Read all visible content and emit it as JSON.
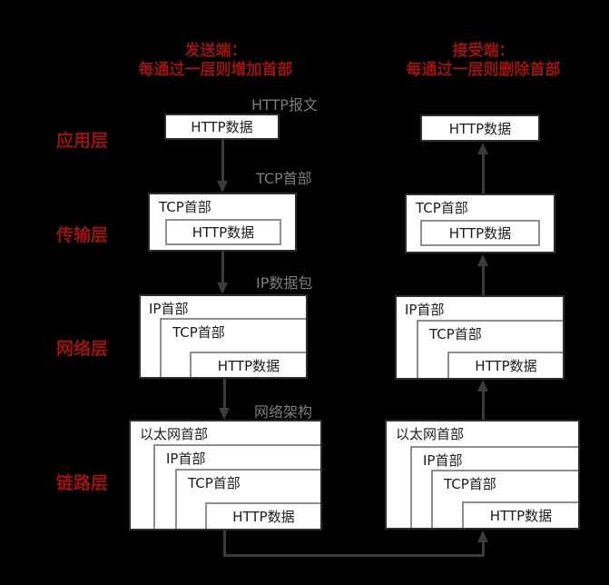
{
  "colors": {
    "background": "#000000",
    "red_text": "#9a1414",
    "gray_label": "#7d7d7d",
    "arrow": "#3c3c3c",
    "box_background": "#ffffff",
    "box_border": "#2e2e2e",
    "inner_border": "#8e8e8e",
    "box_text": "#1c1c1c"
  },
  "headers": {
    "sender": {
      "line1": "发送端：",
      "line2": "每通过一层则增加首部"
    },
    "receiver": {
      "line1": "接受端：",
      "line2": "每通过一层则删除首部"
    }
  },
  "layer_labels": {
    "application": "应用层",
    "transport": "传输层",
    "network": "网络层",
    "link": "链路层"
  },
  "step_labels": {
    "http_message": "HTTP报文",
    "tcp_header": "TCP首部",
    "ip_packet": "IP数据包",
    "network_frame": "网络架构"
  },
  "boxes": {
    "http_data": "HTTP数据",
    "tcp_header": "TCP首部",
    "ip_header": "IP首部",
    "ethernet_header": "以太网首部"
  }
}
